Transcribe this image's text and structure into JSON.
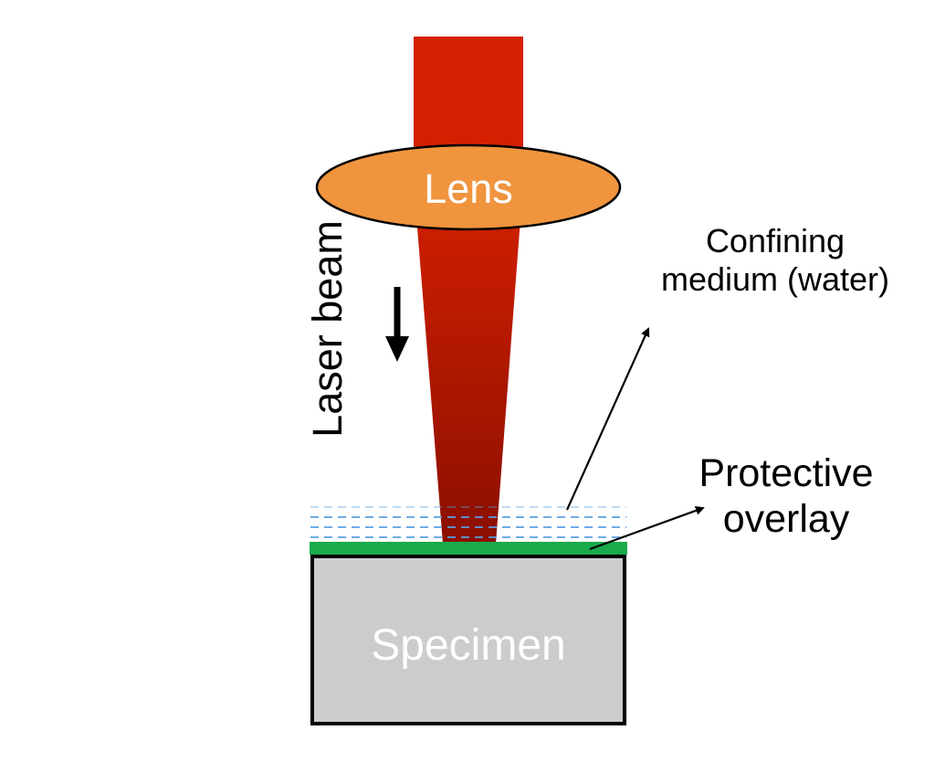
{
  "labels": {
    "lens": "Lens",
    "laser_beam": "Laser beam",
    "confining_medium_line1": "Confining",
    "confining_medium_line2": "medium (water)",
    "protective_overlay_line1": "Protective",
    "protective_overlay_line2": "overlay",
    "specimen": "Specimen"
  },
  "colors": {
    "beam_top": "#d42000",
    "beam_bottom": "#8b0f00",
    "lens_fill": "#f0943e",
    "water_dash": "#5aa0e0",
    "overlay": "#1aaa4c",
    "specimen_fill": "#cccccc",
    "outline": "#000000",
    "label_on_dark": "#ffffff"
  }
}
